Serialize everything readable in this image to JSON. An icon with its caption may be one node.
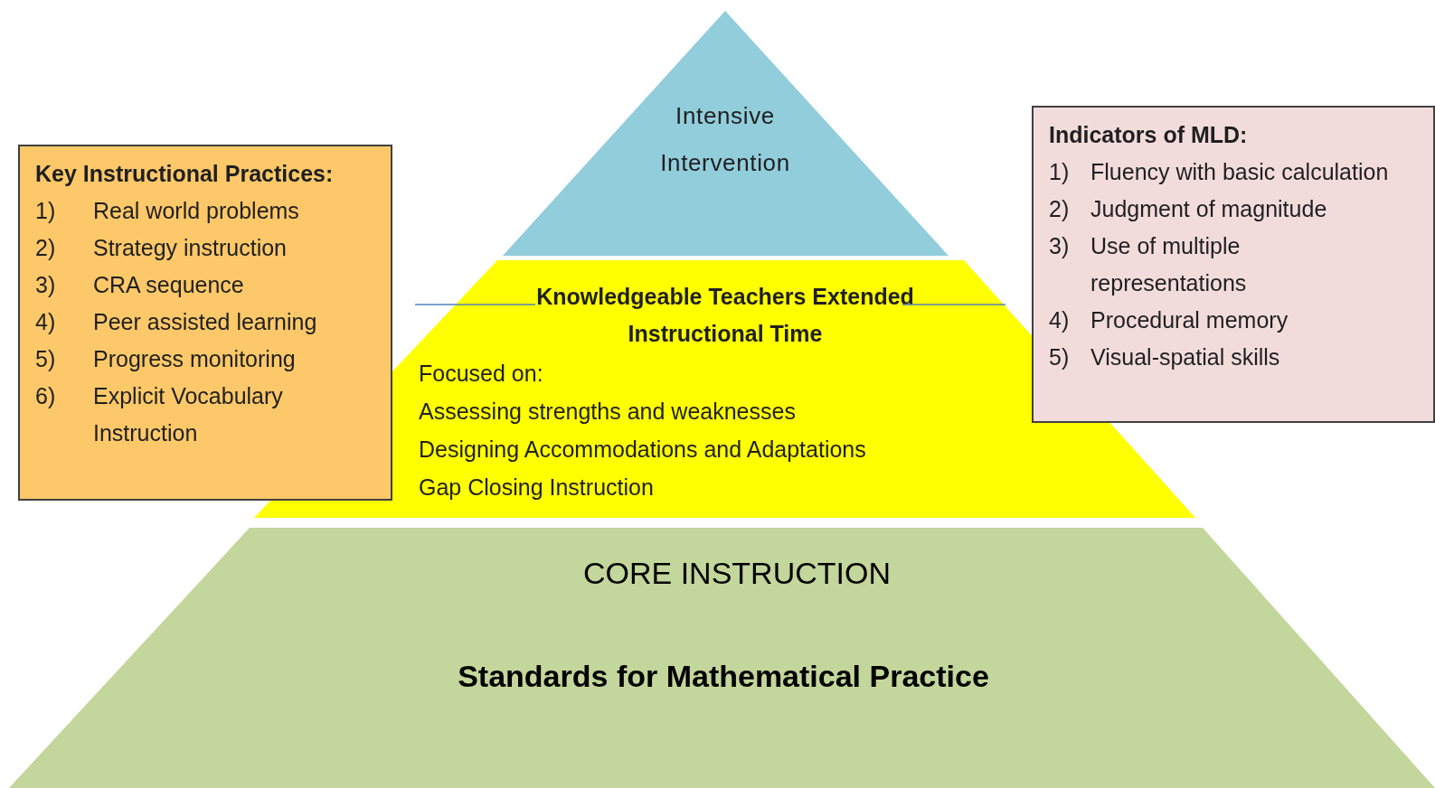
{
  "diagram": {
    "nodes": [
      {
        "text": [
          "Intensive Intervention"
        ]
      },
      {
        "text": [
          "Knowledgeable Teachers Extended Instructional Time",
          "Focused on:",
          "Assessing strengths and weaknesses",
          "Designing Accommodations and Adaptations",
          "Gap Closing Instruction"
        ]
      },
      {
        "text": [
          "CORE INSTRUCTION",
          "Standards for Mathematical Practice"
        ]
      },
      {
        "text": [
          "Key Instructional Practices:",
          "1)",
          "Real world problems",
          "2)",
          "Strategy instruction",
          "3)",
          "CRA sequence",
          "4)",
          "Peer assisted learning",
          "5)",
          "Progress monitoring",
          "6)",
          "Explicit Vocabulary Instruction"
        ]
      },
      {
        "text": [
          "Indicators of MLD:",
          "1)",
          "Fluency with basic calculation",
          "2)",
          "Judgment of magnitude",
          "3)",
          "Use of multiple representations",
          "4)",
          "Procedural memory",
          "5)",
          "Visual-spatial skills"
        ]
      }
    ]
  }
}
